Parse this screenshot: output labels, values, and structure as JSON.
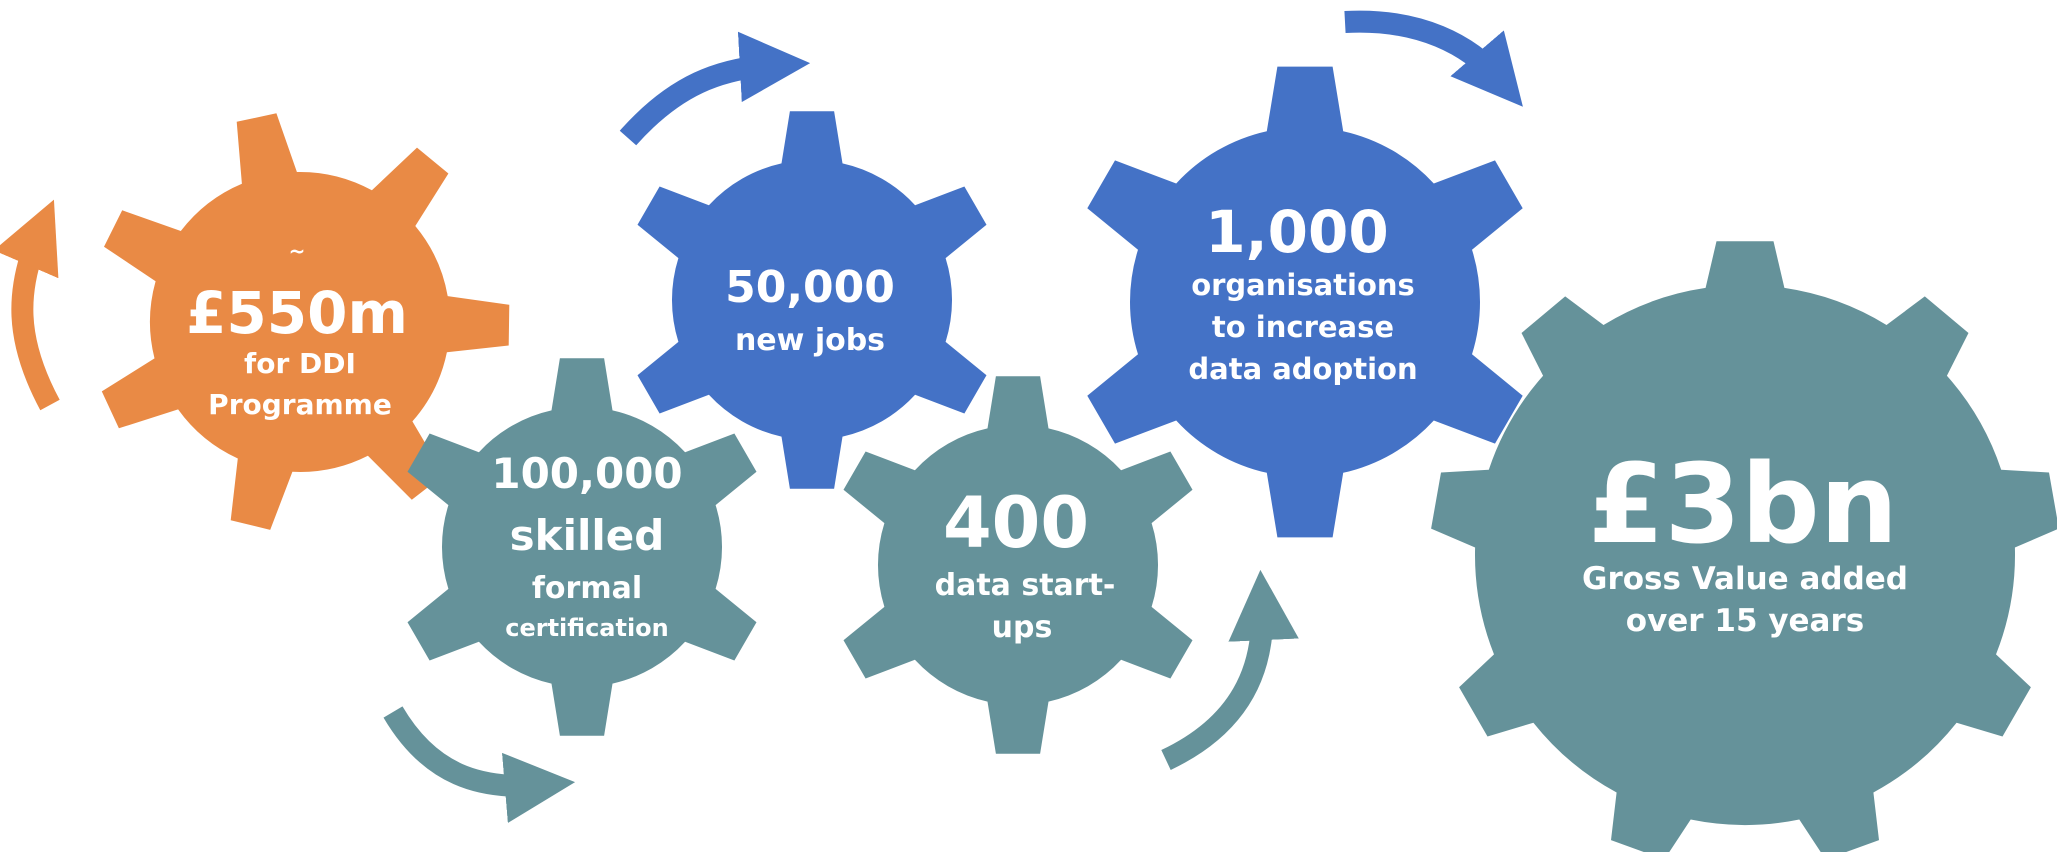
{
  "colors": {
    "orange": "#E98A45",
    "blue": "#4472C6",
    "teal": "#65929A",
    "text": "#FFFFFF"
  },
  "gears": [
    {
      "id": "ddi",
      "color": "orange",
      "lines": [
        "~",
        "£550m",
        "for DDI",
        "Programme"
      ]
    },
    {
      "id": "skills",
      "color": "teal",
      "lines": [
        "100,000",
        "skilled",
        "formal",
        "certification"
      ]
    },
    {
      "id": "jobs",
      "color": "blue",
      "lines": [
        "50,000",
        "new jobs"
      ]
    },
    {
      "id": "startups",
      "color": "teal",
      "lines": [
        "400",
        "data start-",
        "ups"
      ]
    },
    {
      "id": "orgs",
      "color": "blue",
      "lines": [
        "1,000",
        "organisations",
        "to increase",
        "data adoption"
      ]
    },
    {
      "id": "gva",
      "color": "teal",
      "lines": [
        "£3bn",
        "Gross Value added",
        "over 15 years"
      ]
    }
  ],
  "arrows": [
    {
      "id": "ddi-arrow",
      "color": "orange",
      "direction": "up"
    },
    {
      "id": "skills-arrow",
      "color": "teal",
      "direction": "right"
    },
    {
      "id": "jobs-arrow",
      "color": "blue",
      "direction": "right"
    },
    {
      "id": "startups-arrow",
      "color": "teal",
      "direction": "up"
    },
    {
      "id": "orgs-arrow",
      "color": "blue",
      "direction": "down-right"
    }
  ]
}
